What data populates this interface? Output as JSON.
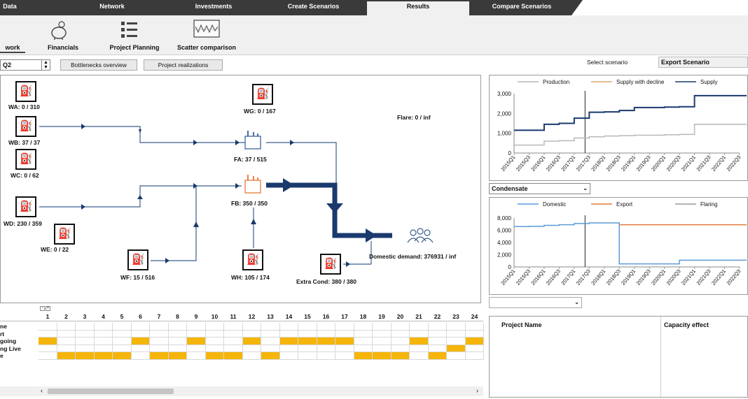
{
  "top_tabs": [
    {
      "label": "Data",
      "active": false
    },
    {
      "label": "Network",
      "active": false
    },
    {
      "label": "Investments",
      "active": false
    },
    {
      "label": "Create Scenarios",
      "active": false
    },
    {
      "label": "Results",
      "active": true
    },
    {
      "label": "Compare Scenarios",
      "active": false
    }
  ],
  "ribbon": {
    "items": [
      {
        "label": "work",
        "icon": "network-icon",
        "active": true
      },
      {
        "label": "Financials",
        "icon": "piggy-bank-icon",
        "active": false
      },
      {
        "label": "Project Planning",
        "icon": "list-icon",
        "active": false
      },
      {
        "label": "Scatter comparison",
        "icon": "scatter-chart-icon",
        "active": false
      }
    ]
  },
  "controls": {
    "period_value": "Q2",
    "bottlenecks_button": "Bottlenecks overview",
    "realizations_button": "Project realizations",
    "select_scenario_label": "Select scenario",
    "scenario_value": "Export Scenario"
  },
  "network": {
    "flare_label": "Flare: 0 / inf",
    "wells": [
      {
        "label": "WA: 0 / 310"
      },
      {
        "label": "WB: 37 / 37"
      },
      {
        "label": "WC: 0 / 62"
      },
      {
        "label": "WD: 230 / 359"
      },
      {
        "label": "WE: 0 / 22"
      },
      {
        "label": "WF: 15 / 516"
      },
      {
        "label": "WG: 0 / 167"
      },
      {
        "label": "WH: 105 / 174"
      },
      {
        "label": "Extra Cond: 380 / 380"
      }
    ],
    "facilities": [
      {
        "label": "FA: 37 / 515",
        "color": "#4a6fa5"
      },
      {
        "label": "FB: 350 / 350",
        "color": "#e8834a"
      }
    ],
    "demand_label": "Domestic demand: 376931 / inf"
  },
  "chart_top": {
    "chart_data": {
      "type": "line",
      "categories": [
        "2015Q1",
        "2015Q3",
        "2016Q1",
        "2016Q3",
        "2017Q1",
        "2017Q3",
        "2018Q1",
        "2018Q3",
        "2019Q1",
        "2019Q3",
        "2020Q1",
        "2020Q3",
        "2021Q1",
        "2021Q3",
        "2022Q1",
        "2022Q3"
      ],
      "ylim": [
        0,
        3000
      ],
      "yticks": [
        "0",
        "1,000",
        "2,000",
        "3,000"
      ],
      "legend_placement": "top",
      "series": [
        {
          "name": "Production",
          "color": "#b8b8b8",
          "values": [
            400,
            400,
            600,
            620,
            760,
            820,
            860,
            880,
            900,
            900,
            920,
            940,
            1450,
            1450,
            1450,
            1450
          ]
        },
        {
          "name": "Supply with decline",
          "color": "#d8a878",
          "values": []
        },
        {
          "name": "Supply",
          "color": "#1a3a6e",
          "values": [
            1150,
            1150,
            1450,
            1500,
            1760,
            2060,
            2080,
            2150,
            2300,
            2300,
            2320,
            2340,
            2900,
            2900,
            2900,
            2900
          ]
        }
      ]
    }
  },
  "dropdown_mid": {
    "value": "Condensate"
  },
  "chart_bottom": {
    "chart_data": {
      "type": "line",
      "categories": [
        "2015Q1",
        "2015Q3",
        "2016Q1",
        "2016Q3",
        "2017Q1",
        "2017Q3",
        "2018Q1",
        "2018Q3",
        "2019Q1",
        "2019Q3",
        "2020Q1",
        "2020Q3",
        "2021Q1",
        "2021Q3",
        "2022Q1",
        "2022Q3"
      ],
      "ylim": [
        0,
        8000
      ],
      "yticks": [
        "0",
        "2,000",
        "4,000",
        "6,000",
        "8,000"
      ],
      "legend_placement": "top",
      "series": [
        {
          "name": "Domestic",
          "color": "#5b9bd5",
          "values": [
            6600,
            6650,
            6800,
            6900,
            7100,
            7200,
            7200,
            500,
            500,
            500,
            500,
            1100,
            1100,
            1100,
            1100,
            1100
          ]
        },
        {
          "name": "Export",
          "color": "#e07b39",
          "values": [
            null,
            null,
            null,
            null,
            null,
            null,
            null,
            6900,
            6900,
            6900,
            6900,
            6900,
            6900,
            6900,
            6900,
            6900
          ]
        },
        {
          "name": "Flaring",
          "color": "#9a9a9a",
          "values": []
        }
      ]
    }
  },
  "dropdown_bottom": {
    "value": ""
  },
  "projects_table": {
    "headers": [
      "Project Name",
      "Capacity effect"
    ]
  },
  "gantt": {
    "columns": [
      "1",
      "2",
      "3",
      "4",
      "5",
      "6",
      "7",
      "8",
      "9",
      "10",
      "11",
      "12",
      "13",
      "14",
      "15",
      "16",
      "17",
      "18",
      "19",
      "20",
      "21",
      "22",
      "23",
      "24"
    ],
    "rows": [
      {
        "label": "ne",
        "cells": [
          0,
          0,
          0,
          0,
          0,
          0,
          0,
          0,
          0,
          0,
          0,
          0,
          0,
          0,
          0,
          0,
          0,
          0,
          0,
          0,
          0,
          0,
          0,
          0
        ]
      },
      {
        "label": "rt",
        "cells": [
          0,
          0,
          0,
          0,
          0,
          0,
          0,
          0,
          0,
          0,
          0,
          0,
          0,
          0,
          0,
          0,
          0,
          0,
          0,
          0,
          0,
          0,
          0,
          0
        ]
      },
      {
        "label": "going",
        "cells": [
          1,
          0,
          0,
          0,
          0,
          1,
          0,
          0,
          1,
          0,
          0,
          1,
          0,
          1,
          1,
          1,
          1,
          0,
          0,
          0,
          1,
          0,
          0,
          1
        ]
      },
      {
        "label": "ng Live",
        "cells": [
          0,
          0,
          0,
          0,
          0,
          0,
          0,
          0,
          0,
          0,
          0,
          0,
          0,
          0,
          0,
          0,
          0,
          0,
          0,
          0,
          0,
          0,
          1,
          0
        ]
      },
      {
        "label": "e",
        "cells": [
          0,
          1,
          1,
          1,
          1,
          0,
          1,
          1,
          0,
          1,
          1,
          0,
          1,
          0,
          0,
          0,
          0,
          1,
          1,
          1,
          0,
          1,
          0,
          0
        ]
      }
    ],
    "fill_color": "#f5b50a"
  }
}
